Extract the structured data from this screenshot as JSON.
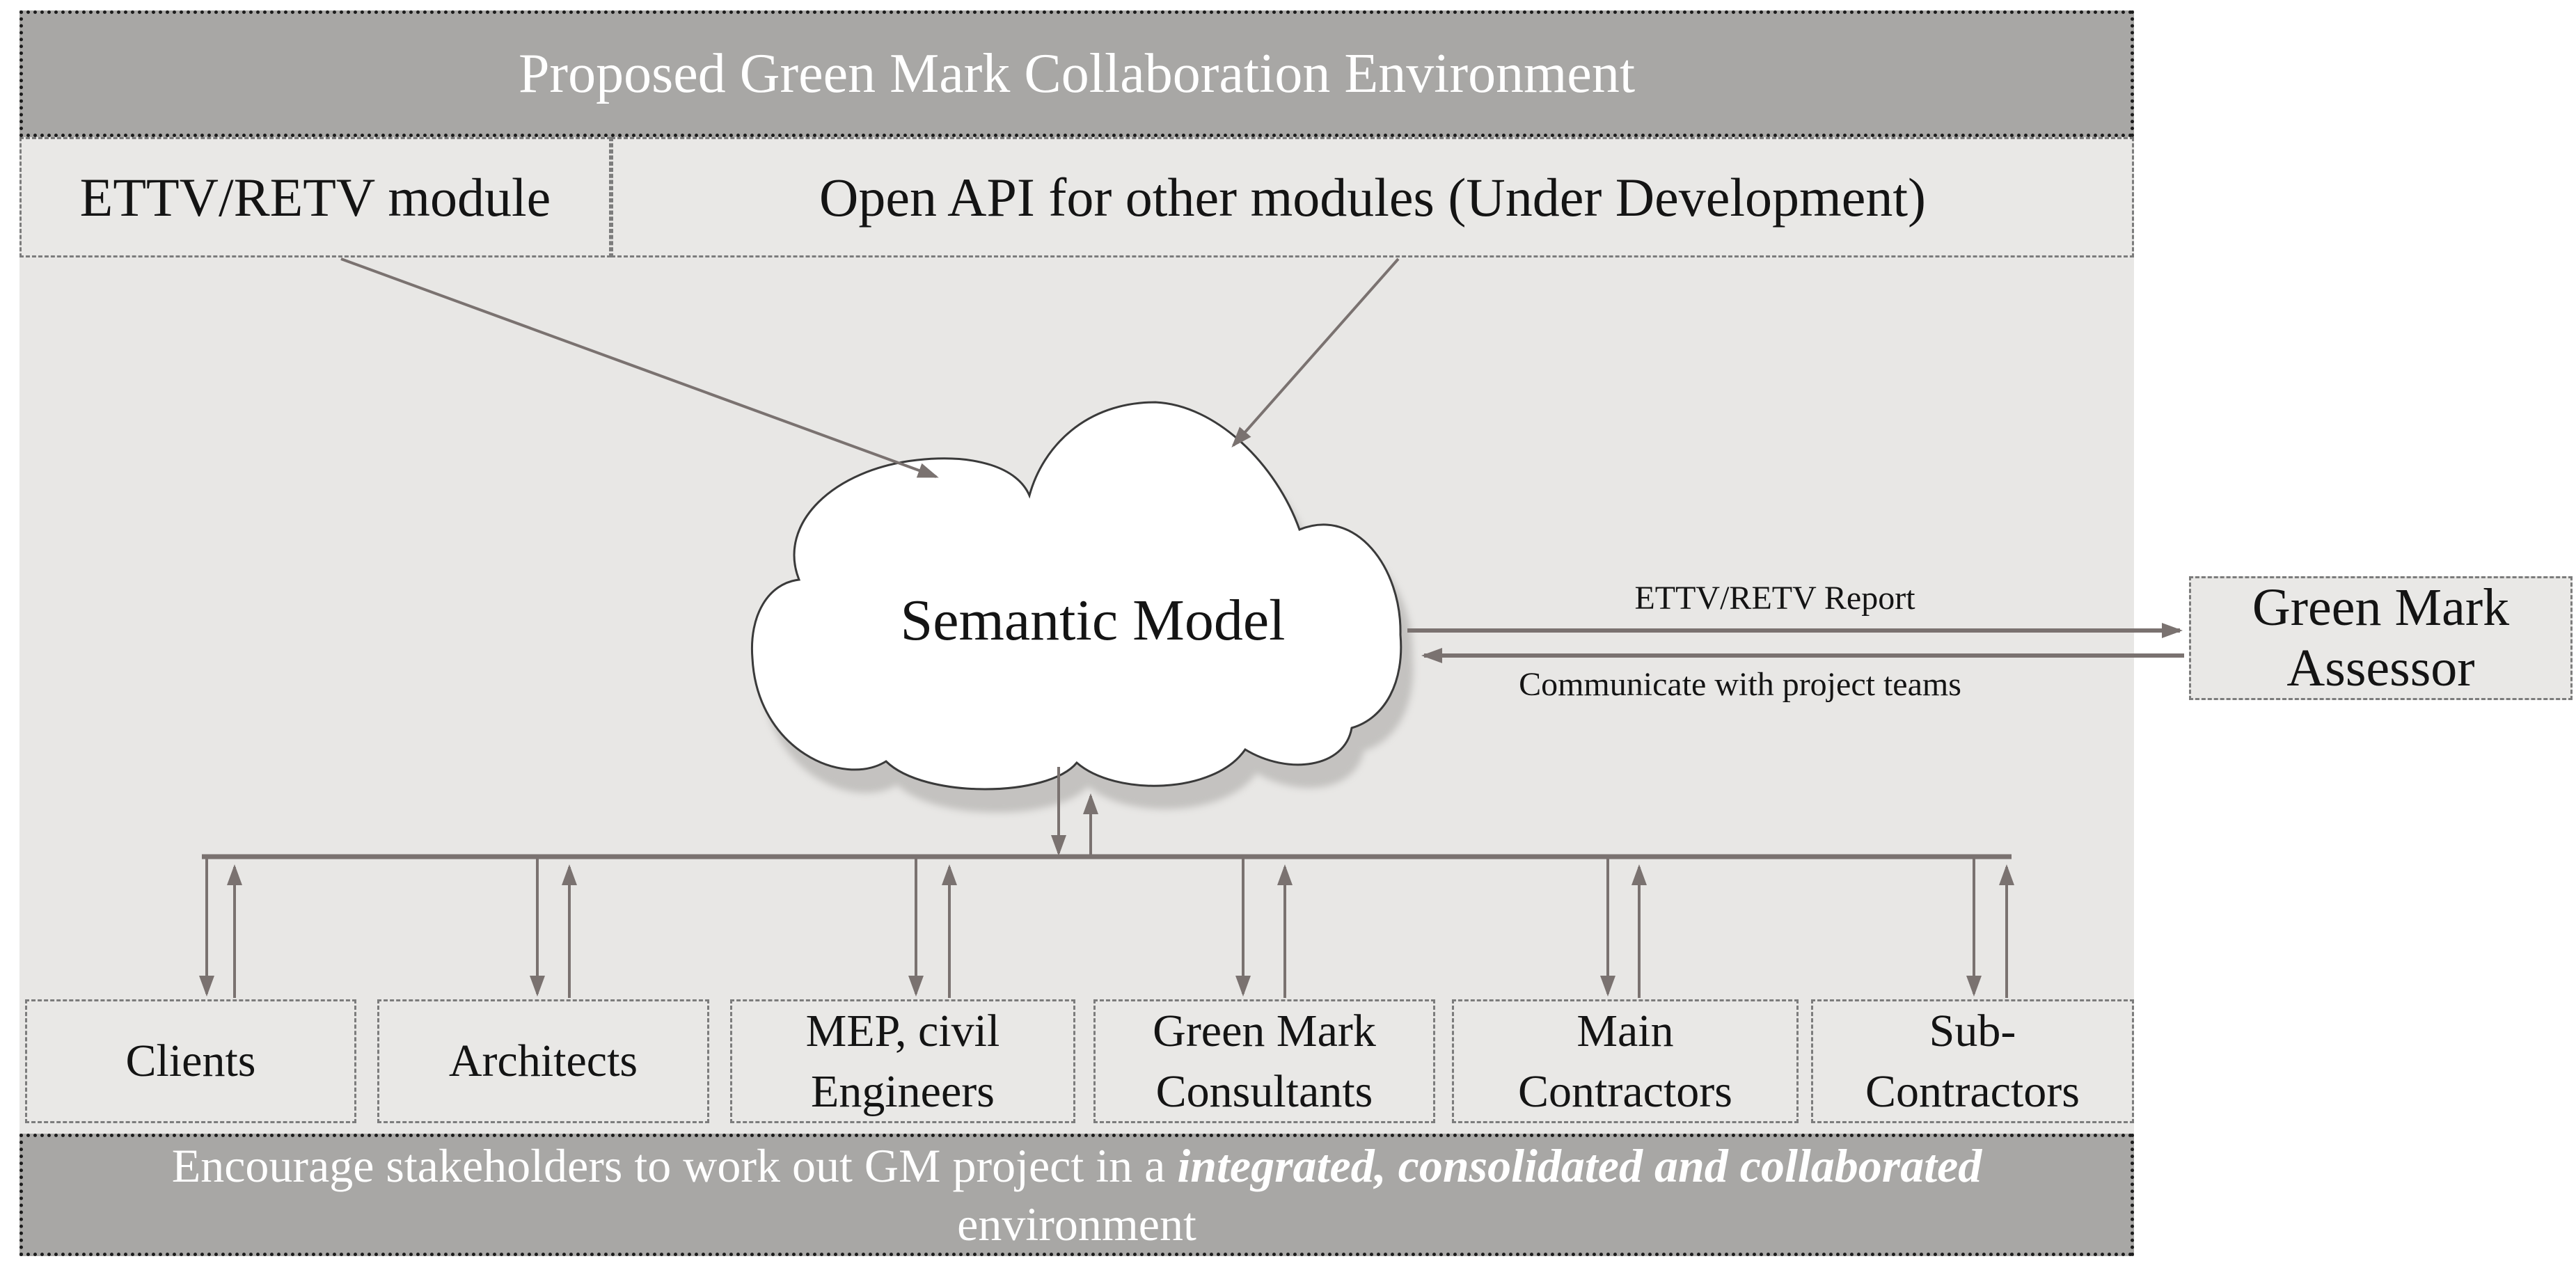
{
  "header": {
    "title": "Proposed Green Mark Collaboration Environment"
  },
  "top_modules": [
    {
      "label": "ETTV/RETV module"
    },
    {
      "label": "Open API for other modules (Under Development)"
    }
  ],
  "cloud": {
    "label": "Semantic Model"
  },
  "assessor": {
    "label": "Green Mark\nAssessor"
  },
  "flow_labels": {
    "to_assessor": "ETTV/RETV Report",
    "to_cloud": "Communicate with project teams"
  },
  "stakeholders": [
    {
      "label": "Clients"
    },
    {
      "label": "Architects"
    },
    {
      "label": "MEP, civil\nEngineers"
    },
    {
      "label": "Green Mark\nConsultants"
    },
    {
      "label": "Main\nContractors"
    },
    {
      "label": "Sub-\nContractors"
    }
  ],
  "footer": {
    "prefix": "Encourage stakeholders to work out GM project in a ",
    "emphasis": "integrated, consolidated and collaborated",
    "suffix": " environment"
  },
  "colors": {
    "bar_fill": "#a8a7a5",
    "bar_text": "#ffffff",
    "canvas_fill": "#e8e7e5",
    "box_fill": "#e9e8e6",
    "box_border": "#7c7c7c",
    "frame_border": "#1c1c1c",
    "arrow": "#7a7270",
    "cloud_outline": "#3a3a3a",
    "text": "#141414"
  }
}
